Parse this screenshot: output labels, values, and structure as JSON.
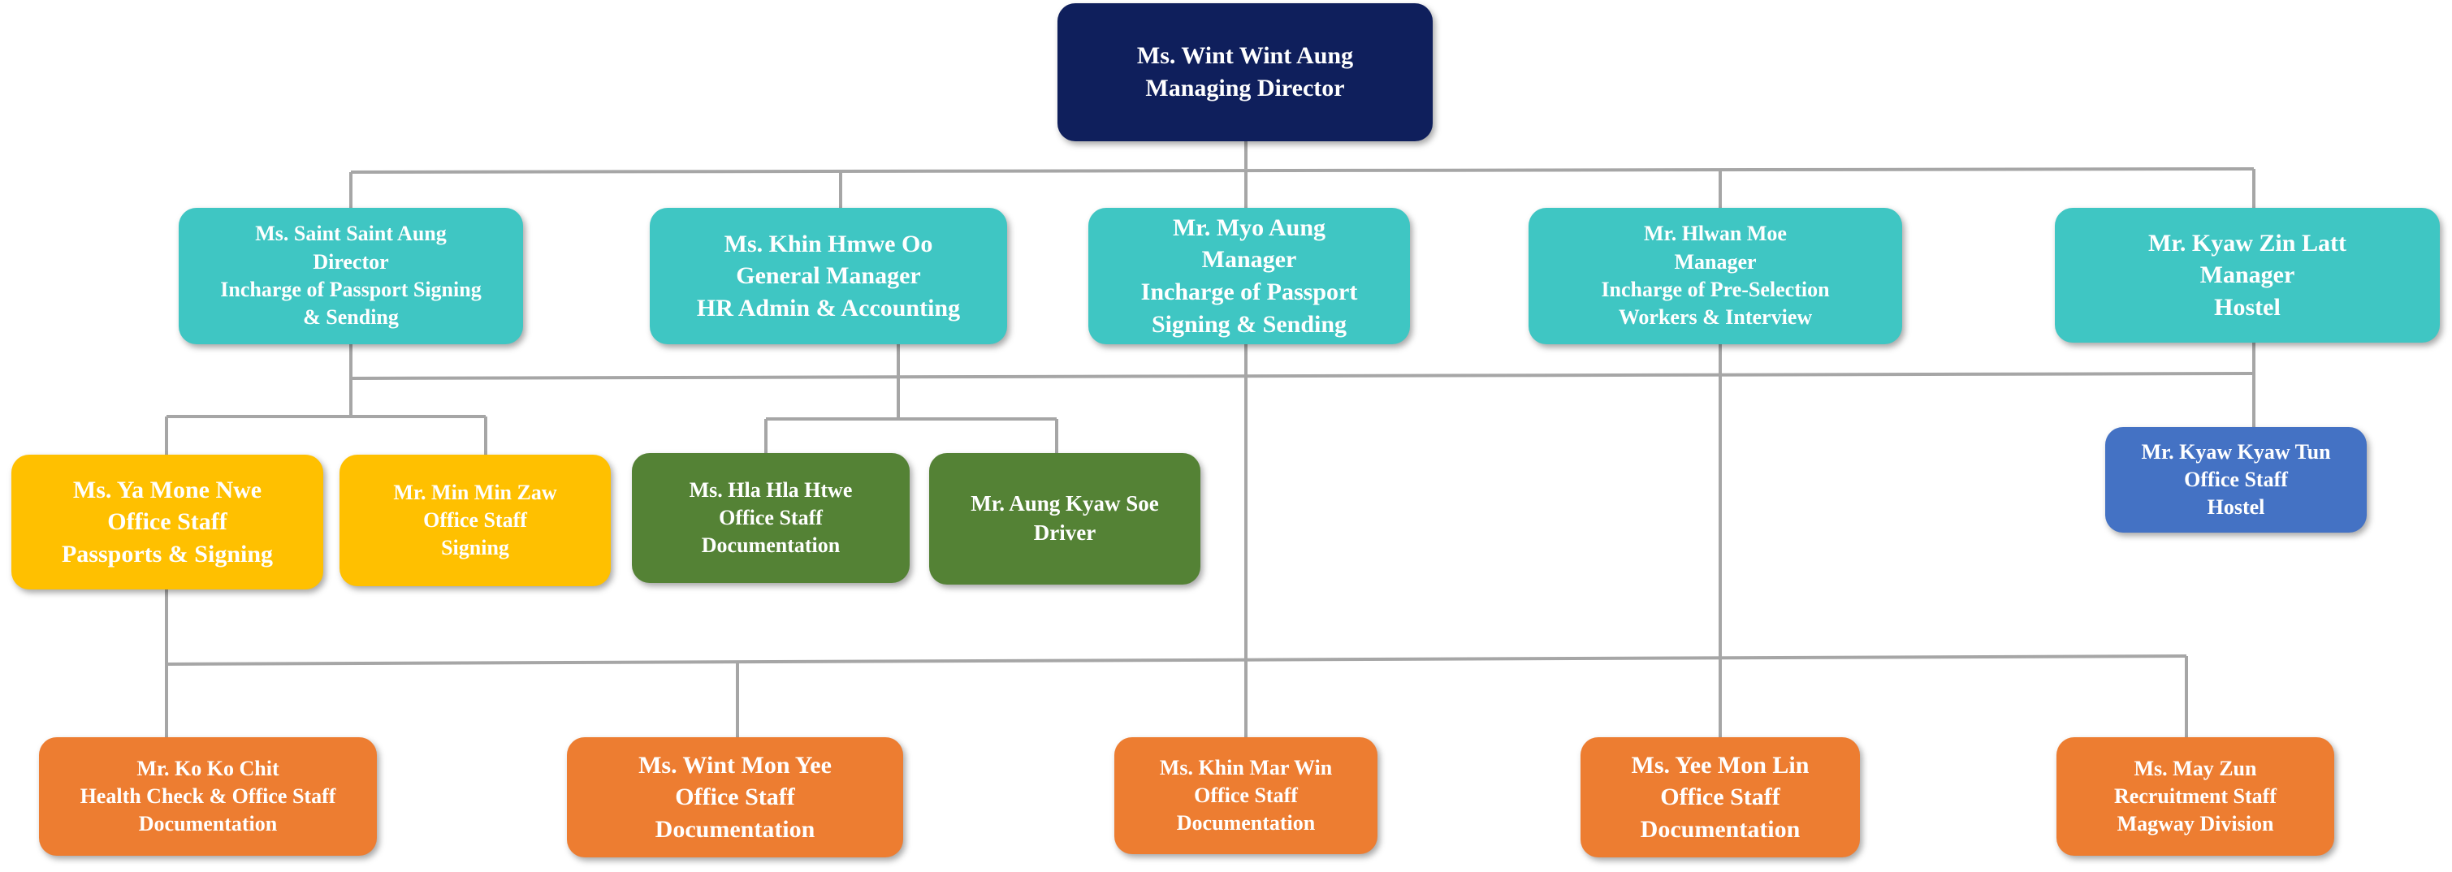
{
  "colors": {
    "connector": "#a6a6a6",
    "navy": "#0f1f5c",
    "teal": "#3fc6c3",
    "gold": "#ffc000",
    "green": "#548235",
    "blue": "#4472c4",
    "orange": "#ed7d31"
  },
  "nodes": {
    "md": {
      "name": "Ms. Wint Wint Aung",
      "line2": "Managing Director"
    },
    "director": {
      "name": "Ms. Saint Saint Aung",
      "line2": "Director",
      "line3": "Incharge of Passport Signing",
      "line4": "& Sending"
    },
    "gm": {
      "name": "Ms. Khin Hmwe Oo",
      "line2": "General Manager",
      "line3": "HR Admin & Accounting"
    },
    "myo": {
      "name": "Mr. Myo Aung",
      "line2": "Manager",
      "line3": "Incharge of Passport",
      "line4": "Signing & Sending"
    },
    "hlwan": {
      "name": "Mr. Hlwan Moe",
      "line2": "Manager",
      "line3": "Incharge of Pre-Selection",
      "line4": "Workers & Interview"
    },
    "kzl": {
      "name": "Mr. Kyaw Zin Latt",
      "line2": "Manager",
      "line3": "Hostel"
    },
    "yamone": {
      "name": "Ms. Ya Mone Nwe",
      "line2": "Office Staff",
      "line3": "Passports & Signing"
    },
    "minmin": {
      "name": "Mr. Min Min Zaw",
      "line2": "Office Staff",
      "line3": "Signing"
    },
    "hlahla": {
      "name": "Ms. Hla Hla Htwe",
      "line2": "Office Staff",
      "line3": "Documentation"
    },
    "aung": {
      "name": "Mr. Aung Kyaw Soe",
      "line2": "Driver"
    },
    "kkt": {
      "name": "Mr. Kyaw Kyaw Tun",
      "line2": "Office Staff",
      "line3": "Hostel"
    },
    "koko": {
      "name": "Mr. Ko Ko Chit",
      "line2": "Health Check & Office Staff",
      "line3": "Documentation"
    },
    "wintmon": {
      "name": "Ms. Wint Mon Yee",
      "line2": "Office Staff",
      "line3": "Documentation"
    },
    "khinmar": {
      "name": "Ms. Khin Mar Win",
      "line2": "Office Staff",
      "line3": "Documentation"
    },
    "yeemon": {
      "name": "Ms. Yee Mon Lin",
      "line2": "Office Staff",
      "line3": "Documentation"
    },
    "mayzun": {
      "name": "Ms. May Zun",
      "line2": "Recruitment Staff",
      "line3": "Magway Division"
    }
  }
}
